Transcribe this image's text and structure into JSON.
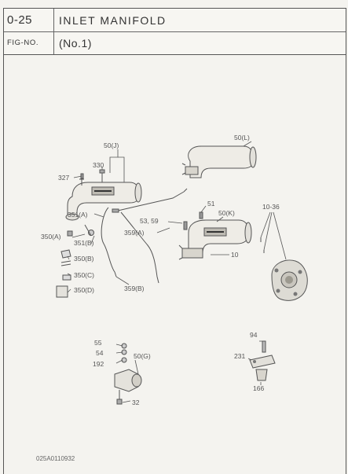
{
  "header": {
    "section_number": "0-25",
    "section_title": "INLET MANIFOLD",
    "fig_label": "FIG-NO.",
    "fig_value": "(No.1)"
  },
  "callouts": {
    "c501_top": "50(J)",
    "c501_right": "50(L)",
    "c330": "330",
    "c327": "327",
    "c351a": "351(A)",
    "c351b": "351(B)",
    "c350a": "350(A)",
    "c350b": "350(B)",
    "c350c": "350(C)",
    "c350d": "350(D)",
    "c359a": "359(A)",
    "c359b": "359(B)",
    "c5359": "53, 59",
    "c51": "51",
    "c50k": "50(K)",
    "c1036": "10-36",
    "c10": "10",
    "c55": "55",
    "c54": "54",
    "c192": "192",
    "c50g": "50(G)",
    "c32": "32",
    "c94": "94",
    "c231": "231",
    "c166": "166"
  },
  "footer": {
    "drawing_code": "025A0110932"
  },
  "colors": {
    "background": "#f4f3ef",
    "ink": "#555555",
    "border": "#555555"
  }
}
